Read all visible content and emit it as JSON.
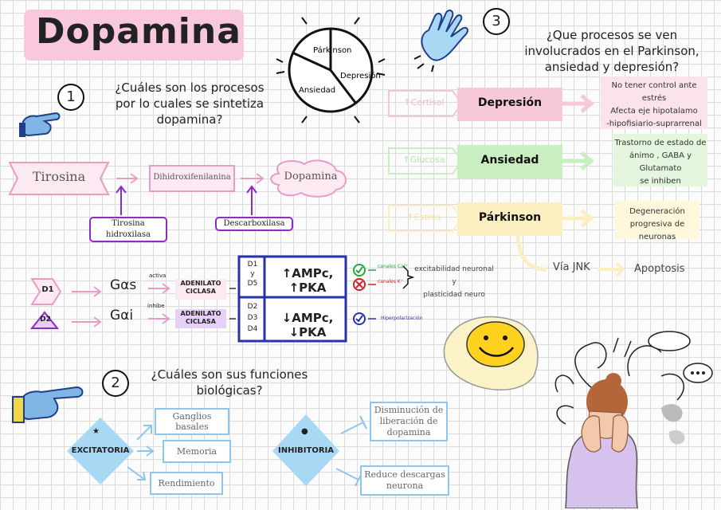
{
  "title": "Dopamina",
  "pie": {
    "slices": [
      "Párkinson",
      "Depresión",
      "Ansiedad"
    ]
  },
  "section1": {
    "number": "1",
    "question_lines": [
      "¿Cuáles son los procesos",
      "por lo cuales se sintetiza",
      "dopamina?"
    ],
    "pathway": [
      "Tirosina",
      "Dihidroxifenilanina",
      "Dopamina"
    ],
    "enzymes": [
      "Tirosina hidroxilasa",
      "Descarboxilasa"
    ]
  },
  "receptors": {
    "d1": {
      "label": "D1",
      "protein": "Gαs",
      "action": "activa",
      "enzyme_lines": [
        "ADENILATO",
        "CICLASA"
      ]
    },
    "d2": {
      "label": "D2",
      "protein": "Gαi",
      "action": "inhibe",
      "enzyme_lines": [
        "ADENILATO",
        "CICLASA"
      ]
    },
    "table_row1_left": [
      "D1",
      "y",
      "D5"
    ],
    "table_row1_right": "↑AMPc, ↑PKA",
    "table_row2_left": [
      "D2",
      "D3",
      "D4"
    ],
    "table_row2_right": "↓AMPc, ↓PKA",
    "check1": "canales Ca²⁺",
    "cross1": "canales K⁺",
    "effect_lines": [
      "excitabilidad neuronal y",
      "plasticidad neuro"
    ],
    "check2": "Hiperpolarización"
  },
  "section2": {
    "number": "2",
    "question_lines": [
      "¿Cuáles son sus funciones",
      "biológicas?"
    ],
    "excitatoria": {
      "label": "EXCITATORIA",
      "symbol": "★",
      "items": [
        [
          "Ganglios",
          "basales"
        ],
        [
          "Memoria"
        ],
        [
          "Rendimiento"
        ]
      ]
    },
    "inhibitoria": {
      "label": "INHIBITORIA",
      "symbol": "●",
      "items": [
        [
          "Disminución de",
          "liberación de",
          "dopamina"
        ],
        [
          "Reduce descargas",
          "neurona"
        ]
      ]
    }
  },
  "section3": {
    "number": "3",
    "question_lines": [
      "¿Que procesos se ven",
      "involucrados en el Parkinson,",
      "ansiedad y depresión?"
    ],
    "rows": [
      {
        "cause": "↑Cortisol",
        "disease": "Depresión",
        "note_lines": [
          "No tener control ante estrés",
          "Afecta eje hipotalamo",
          "-hipofisiario-suprarrenal"
        ],
        "color": "#f7c9d6"
      },
      {
        "cause": "↑Glucosa",
        "disease": "Ansiedad",
        "note_lines": [
          "Trastorno de estado de",
          "ánimo , GABA y Glutamato",
          "se inhiben"
        ],
        "color": "#c9eec0"
      },
      {
        "cause": "↑Estrés",
        "disease": "Párkinson",
        "note_lines": [
          "Degeneración",
          "progresiva de neuronas"
        ],
        "color": "#fbefc2"
      }
    ],
    "jnk": "Vía JNK",
    "apoptosis": "Apoptosis"
  },
  "colors": {
    "pink": "#f9c8de",
    "purple": "#8e2bc7",
    "blue": "#8ec6ea",
    "table": "#2633a8"
  }
}
